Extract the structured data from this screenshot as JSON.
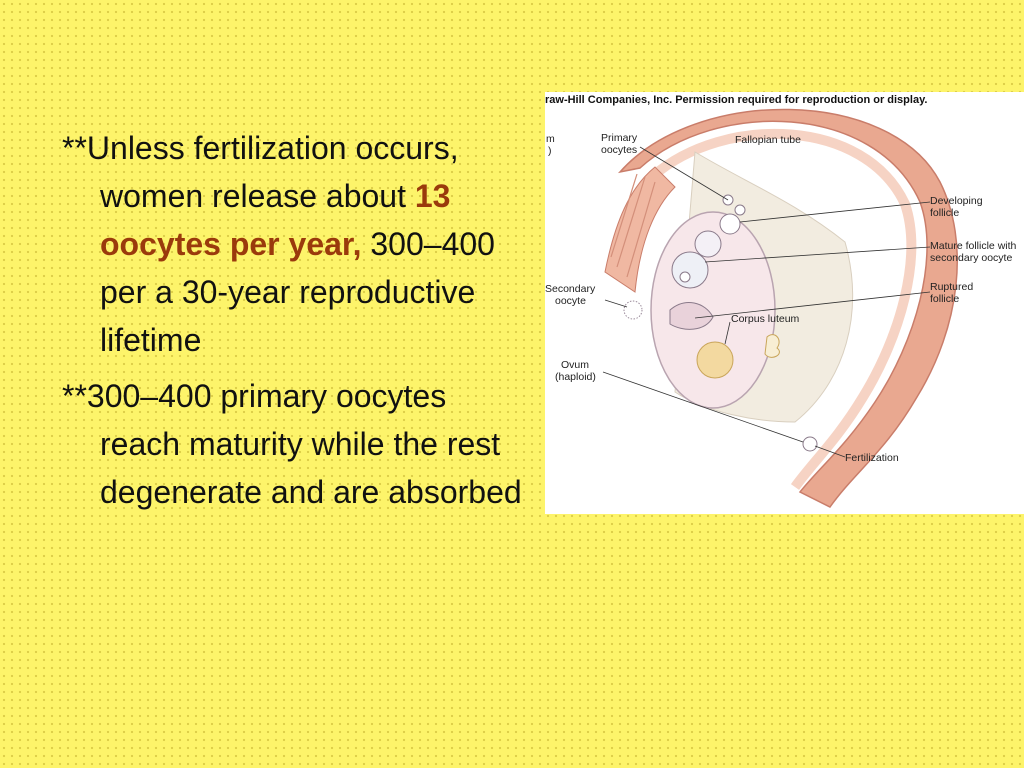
{
  "slide": {
    "bullet1": {
      "prefix": "**Unless fertilization occurs, women release about ",
      "highlight": "13 oocytes per year,",
      "suffix": " 300–400 per a 30-year reproductive lifetime"
    },
    "bullet2": {
      "text": "**300–400 primary oocytes reach maturity while the rest degenerate and are absorbed"
    },
    "highlight_color": "#9a3a0c",
    "background_color": "#fdf46a"
  },
  "figure": {
    "credit": "raw-Hill Companies, Inc. Permission required for reproduction or display.",
    "labels": {
      "primary_oocytes_1": "Primary",
      "primary_oocytes_2": "oocytes",
      "fallopian_tube": "Fallopian tube",
      "developing_follicle_1": "Developing",
      "developing_follicle_2": "follicle",
      "mature_follicle_1": "Mature follicle with",
      "mature_follicle_2": "secondary oocyte",
      "ruptured_follicle_1": "Ruptured",
      "ruptured_follicle_2": "follicle",
      "secondary_oocyte_1": "Secondary",
      "secondary_oocyte_2": "oocyte",
      "corpus_luteum": "Corpus luteum",
      "ovum_1": "Ovum",
      "ovum_2": "(haploid)",
      "fertilization": "Fertilization",
      "cut_left_1": "m",
      "cut_left_2": ")"
    }
  }
}
